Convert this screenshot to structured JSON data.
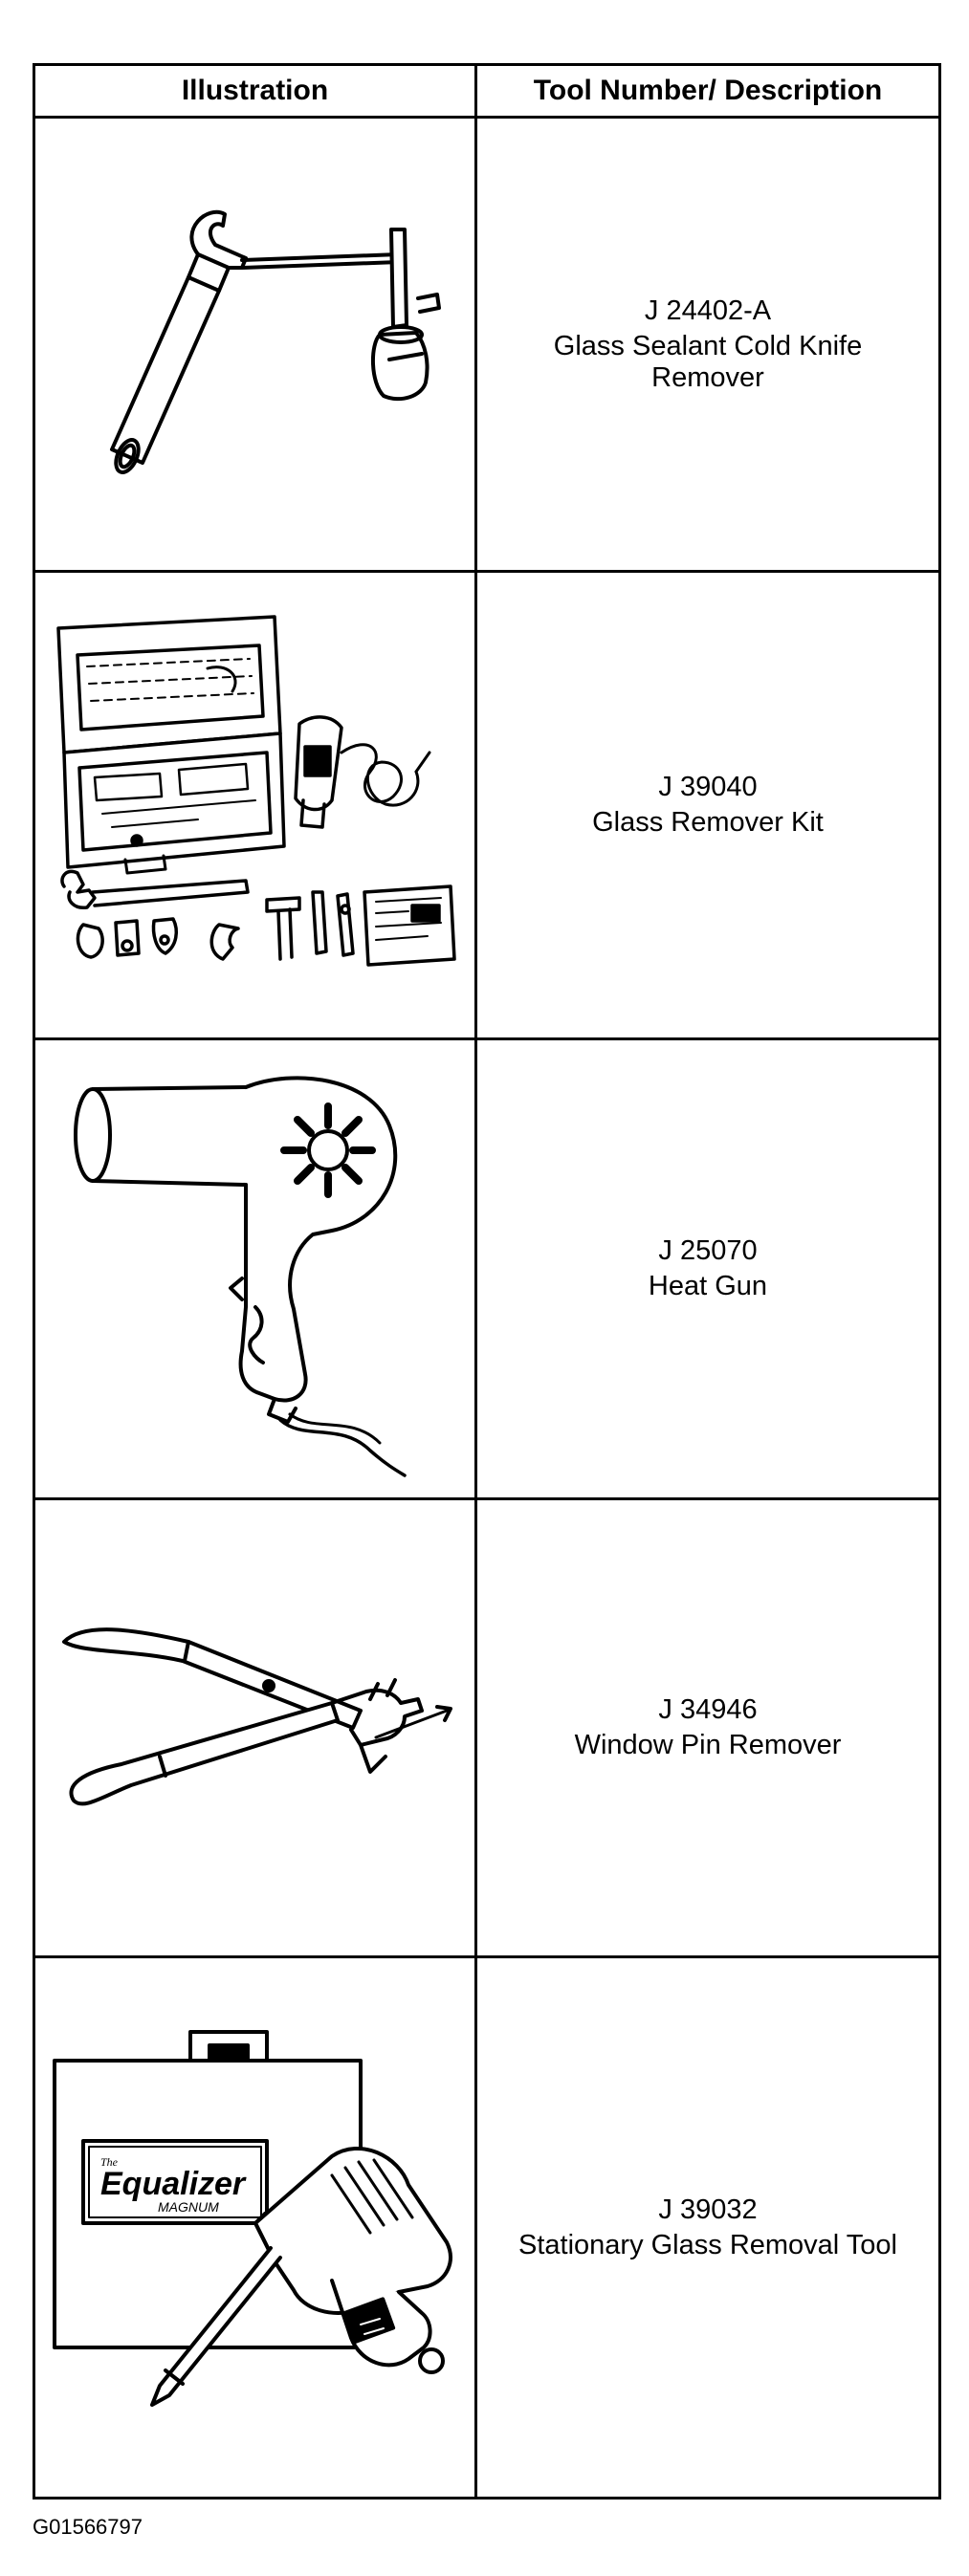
{
  "table": {
    "headers": {
      "illustration": "Illustration",
      "description": "Tool Number/ Description"
    },
    "rows": [
      {
        "tool_number": "J 24402-A",
        "description": "Glass Sealant Cold Knife Remover",
        "icon": "cold-knife-icon"
      },
      {
        "tool_number": "J 39040",
        "description": "Glass Remover Kit",
        "icon": "glass-remover-kit-icon"
      },
      {
        "tool_number": "J 25070",
        "description": "Heat Gun",
        "icon": "heat-gun-icon"
      },
      {
        "tool_number": "J 34946",
        "description": "Window Pin Remover",
        "icon": "window-pin-remover-icon"
      },
      {
        "tool_number": "J 39032",
        "description": "Stationary Glass Removal Tool",
        "icon": "stationary-glass-removal-tool-icon",
        "label_small": "The",
        "label_brand": "Equalizer",
        "label_model": "MAGNUM"
      }
    ]
  },
  "footer": {
    "figure_code": "G01566797"
  }
}
